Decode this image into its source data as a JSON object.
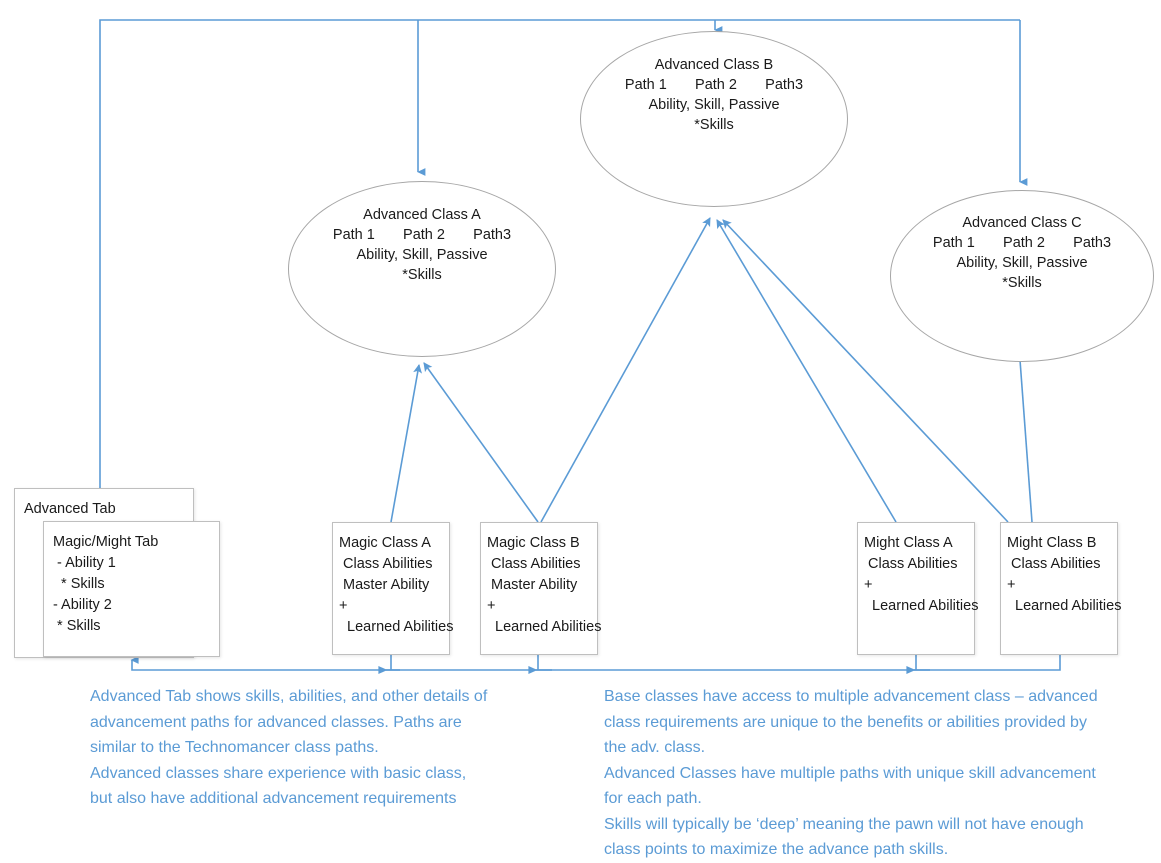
{
  "theme": {
    "connector_color": "#5B9BD5",
    "annotation_color": "#5B9BD5",
    "node_border_color": "#a6a6a6",
    "box_border_color": "#bfbfbf",
    "text_color": "#1a1a1a",
    "background": "#ffffff"
  },
  "nodes": {
    "advanced_class_a": {
      "title": "Advanced Class A",
      "paths": "Path 1       Path 2       Path3",
      "line3": "Ability, Skill, Passive",
      "line4": "*Skills"
    },
    "advanced_class_b": {
      "title": "Advanced Class B",
      "paths": "Path 1       Path 2       Path3",
      "line3": "Ability, Skill, Passive",
      "line4": "*Skills"
    },
    "advanced_class_c": {
      "title": "Advanced Class C",
      "paths": "Path 1       Path 2       Path3",
      "line3": "Ability, Skill, Passive",
      "line4": "*Skills"
    },
    "advanced_tab": {
      "title": "Advanced Tab"
    },
    "magic_might_tab": {
      "title": "Magic/Might Tab",
      "line2": " - Ability 1",
      "line3": "  * Skills",
      "line4": "- Ability 2",
      "line5": " * Skills"
    },
    "magic_class_a": {
      "title": "Magic Class A",
      "line2": " Class Abilities",
      "line3": " Master Ability",
      "line4": "+",
      "line5": "  Learned Abilities"
    },
    "magic_class_b": {
      "title": "Magic Class B",
      "line2": " Class Abilities",
      "line3": " Master Ability",
      "line4": "+",
      "line5": "  Learned Abilities"
    },
    "might_class_a": {
      "title": "Might Class A",
      "line2": " Class Abilities",
      "line3": "+",
      "line4": "  Learned Abilities"
    },
    "might_class_b": {
      "title": "Might Class B",
      "line2": " Class Abilities",
      "line3": "+",
      "line4": "  Learned Abilities"
    }
  },
  "annotations": {
    "left": "Advanced Tab shows skills, abilities, and other details of advancement paths for advanced classes. Paths are similar to the Technomancer class paths.\nAdvanced classes share experience with basic class, but also have additional advancement requirements",
    "right": "Base classes have access to multiple advancement class – advanced class requirements are unique to the benefits or abilities provided by the adv. class.\nAdvanced Classes have multiple paths with unique skill advancement for each path.\nSkills will typically be ‘deep’ meaning the pawn will not have enough class points to maximize the advance path skills."
  }
}
